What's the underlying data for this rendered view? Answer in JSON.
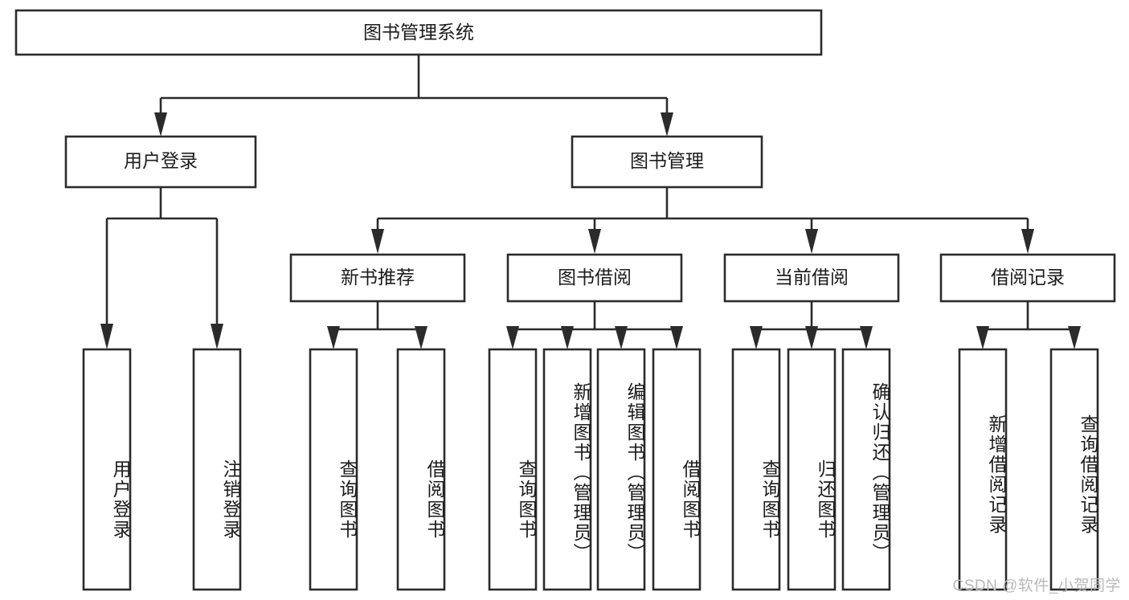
{
  "diagram": {
    "title": "图书管理系统",
    "type": "hierarchy-tree",
    "watermark": "CSDN @软件_小贺同学",
    "colors": {
      "stroke": "#2b2b2b",
      "fill": "#ffffff",
      "text": "#1c1c1c",
      "watermark": "#b9b9b9",
      "background": "#ffffff"
    },
    "root": {
      "label": "图书管理系统"
    },
    "level1": [
      {
        "label": "用户登录"
      },
      {
        "label": "图书管理"
      }
    ],
    "level2": [
      {
        "label": "新书推荐"
      },
      {
        "label": "图书借阅"
      },
      {
        "label": "当前借阅"
      },
      {
        "label": "借阅记录"
      }
    ],
    "leaves": {
      "user_login": [
        {
          "label": "用户登录"
        },
        {
          "label": "注销登录"
        }
      ],
      "new_book_recommend": [
        {
          "label": "查询图书"
        },
        {
          "label": "借阅图书"
        }
      ],
      "book_borrow": [
        {
          "label": "查询图书"
        },
        {
          "label": "新增图书（管理员）"
        },
        {
          "label": "编辑图书（管理员）"
        },
        {
          "label": "借阅图书"
        }
      ],
      "current_borrow": [
        {
          "label": "查询图书"
        },
        {
          "label": "归还图书"
        },
        {
          "label": "确认归还（管理员）"
        }
      ],
      "borrow_record": [
        {
          "label": "新增借阅记录"
        },
        {
          "label": "查询借阅记录"
        }
      ]
    }
  }
}
